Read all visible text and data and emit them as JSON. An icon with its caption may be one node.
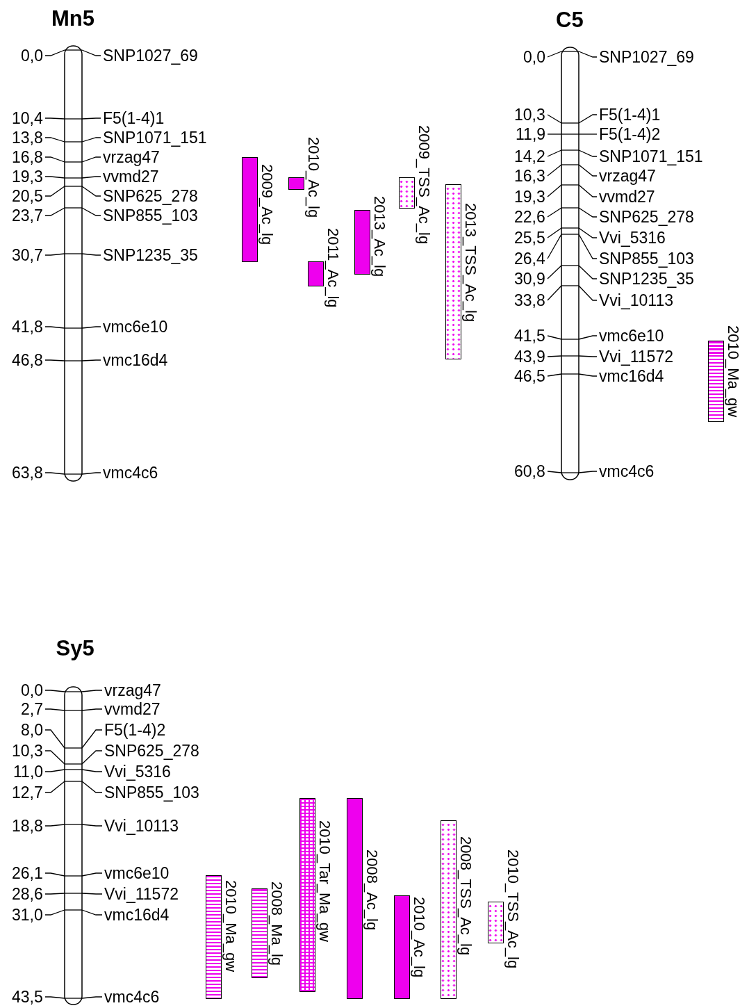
{
  "diagram": {
    "nodes": [
      {
        "text": [
          "Mn5"
        ],
        "beside": [
          "0,0",
          "SNP1027_69",
          "10,4",
          "F5(1-4)1",
          "13,8",
          "SNP1071_151",
          "16,8",
          "vrzag47",
          "19,3",
          "vvmd27",
          "20,5",
          "SNP625_278",
          "23,7",
          "SNP855_103",
          "30,7",
          "SNP1235_35",
          "41,8",
          "vmc6e10",
          "46,8",
          "vmc16d4",
          "63,8",
          "vmc4c6"
        ]
      },
      {
        "text": [],
        "shape": "bar",
        "beside": [
          "2009_Ac_lg"
        ]
      },
      {
        "text": [],
        "shape": "bar",
        "beside": [
          "2010_Ac_lg"
        ]
      },
      {
        "text": [],
        "shape": "bar",
        "beside": [
          "2011_Ac_lg"
        ]
      },
      {
        "text": [],
        "shape": "bar",
        "beside": [
          "2013_Ac_lg"
        ]
      },
      {
        "text": [],
        "shape": "bar",
        "beside": [
          "2009_TSS_Ac_lg"
        ]
      },
      {
        "text": [],
        "shape": "bar",
        "beside": [
          "2013_TSS_Ac_lg"
        ]
      },
      {
        "text": [
          "C5"
        ],
        "beside": [
          "0,0",
          "SNP1027_69",
          "10,3",
          "F5(1-4)1",
          "11,9",
          "F5(1-4)2",
          "14,2",
          "SNP1071_151",
          "16,3",
          "vrzag47",
          "19,3",
          "vvmd27",
          "22,6",
          "SNP625_278",
          "25,5",
          "Vvi_5316",
          "26,4",
          "SNP855_103",
          "30,9",
          "SNP1235_35",
          "33,8",
          "Vvi_10113",
          "41,5",
          "vmc6e10",
          "43,9",
          "Vvi_11572",
          "46,5",
          "vmc16d4",
          "60,8",
          "vmc4c6"
        ]
      },
      {
        "text": [],
        "shape": "bar",
        "beside": [
          "2010_Ma_gw"
        ]
      },
      {
        "text": [
          "Sy5"
        ],
        "beside": [
          "0,0",
          "vrzag47",
          "2,7",
          "vvmd27",
          "8,0",
          "F5(1-4)2",
          "10,3",
          "SNP625_278",
          "11,0",
          "Vvi_5316",
          "12,7",
          "SNP855_103",
          "18,8",
          "Vvi_10113",
          "26,1",
          "vmc6e10",
          "28,6",
          "Vvi_11572",
          "31,0",
          "vmc16d4",
          "43,5",
          "vmc4c6"
        ]
      },
      {
        "text": [],
        "shape": "bar",
        "beside": [
          "2010_Ma_gw"
        ]
      },
      {
        "text": [],
        "shape": "bar",
        "beside": [
          "2008_Ma_lg"
        ]
      },
      {
        "text": [],
        "shape": "bar",
        "beside": [
          "2010_Tar_Ma_gw"
        ]
      },
      {
        "text": [],
        "shape": "bar",
        "beside": [
          "2008_Ac_lg"
        ]
      },
      {
        "text": [],
        "shape": "bar",
        "beside": [
          "2010_Ac_lg"
        ]
      },
      {
        "text": [],
        "shape": "bar",
        "beside": [
          "2008_TSS_Ac_lg"
        ]
      },
      {
        "text": [],
        "shape": "bar",
        "beside": [
          "2010_TSS_Ac_lg"
        ]
      }
    ]
  }
}
